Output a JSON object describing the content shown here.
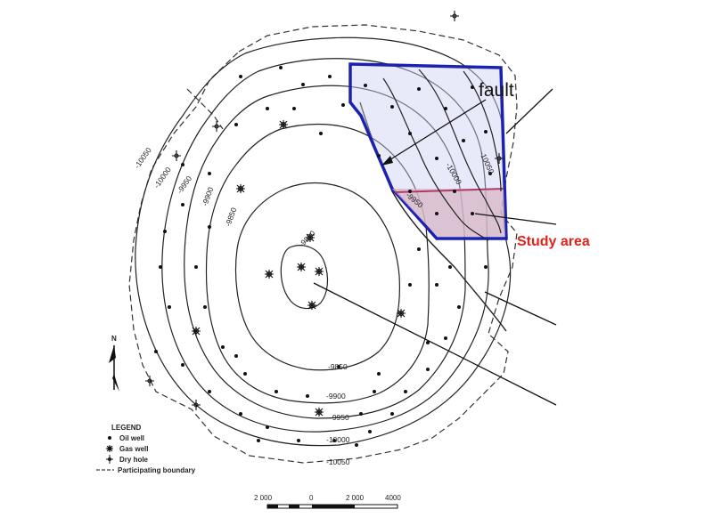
{
  "annotations": {
    "fault_label": "fault",
    "study_label": "Study area"
  },
  "contour_labels": [
    "-9800",
    "-9850",
    "-9900",
    "-9950",
    "-10000",
    "-10050",
    "-9850",
    "-9900",
    "-9950",
    "-10000",
    "-10050",
    "-9950",
    "-10000",
    "-10050"
  ],
  "legend": {
    "title": "LEGEND",
    "items": [
      "Oil well",
      "Gas well",
      "Dry hole",
      "Participating boundary"
    ]
  },
  "north_label": "N",
  "scale": {
    "ticks": [
      "2 000",
      "0",
      "2 000",
      "4000"
    ]
  },
  "colors": {
    "polygon_outline": "#1c22b0",
    "polygon_fill": "#ccd0f2",
    "study_fill": "#d7b6c6",
    "study_line": "#b03a6a",
    "study_text": "#e0241b"
  }
}
